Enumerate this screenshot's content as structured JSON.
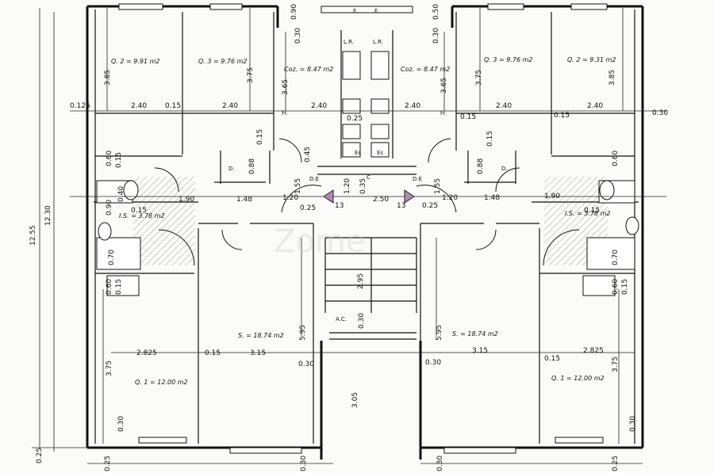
{
  "rooms": {
    "q2_left": "Q. 2 = 9.91 m2",
    "q3_left": "Q. 3 = 9.76 m2",
    "coz_left": "Coz. = 8.47 m2",
    "coz_right": "Coz. = 8.47 m2",
    "q3_right": "Q. 3 = 9.76 m2",
    "q2_right": "Q. 2 = 9.31 m2",
    "is_left": "I.S. = 3.78 m2",
    "is_right": "I.S. = 3.78 m2",
    "s_left": "S. = 18.74 m2",
    "s_right": "S. = 18.74 m2",
    "q1_left": "Q. 1 = 12.00 m2",
    "q1_right": "Q. 1 = 12.00 m2"
  },
  "labels": {
    "lr": "L.R.",
    "es": "Es",
    "fr": "Fr.",
    "d": "D.",
    "de": "D.E",
    "c": "C",
    "e": "E.",
    "ac": "A.C.",
    "stair_13": "13",
    "watermark": "Zome"
  },
  "dims": {
    "d3_85": "3.85",
    "d3_75": "3.75",
    "d3_65": "3.65",
    "d2_40": "2.40",
    "d0_125": "0.125",
    "d0_15": "0.15",
    "d0_30": "0.30",
    "d0_25": "0.25",
    "d0_90": "0.90",
    "d0_50": "0.50",
    "d0_88": "0.88",
    "d0_60": "0.60",
    "d0_70": "0.70",
    "d0_40": "0.40",
    "d0_45": "0.45",
    "d0_35": "0.35",
    "d1_90": "1.90",
    "d1_48": "1.48",
    "d1_55": "1.55",
    "d1_20": "1.20",
    "d2_50": "2.50",
    "d2_95": "2.95",
    "d5_95": "5.95",
    "d3_15": "3.15",
    "d2_825": "2.825",
    "d3_05": "3.05",
    "d12_55": "12.55",
    "d12_30": "12.30"
  }
}
